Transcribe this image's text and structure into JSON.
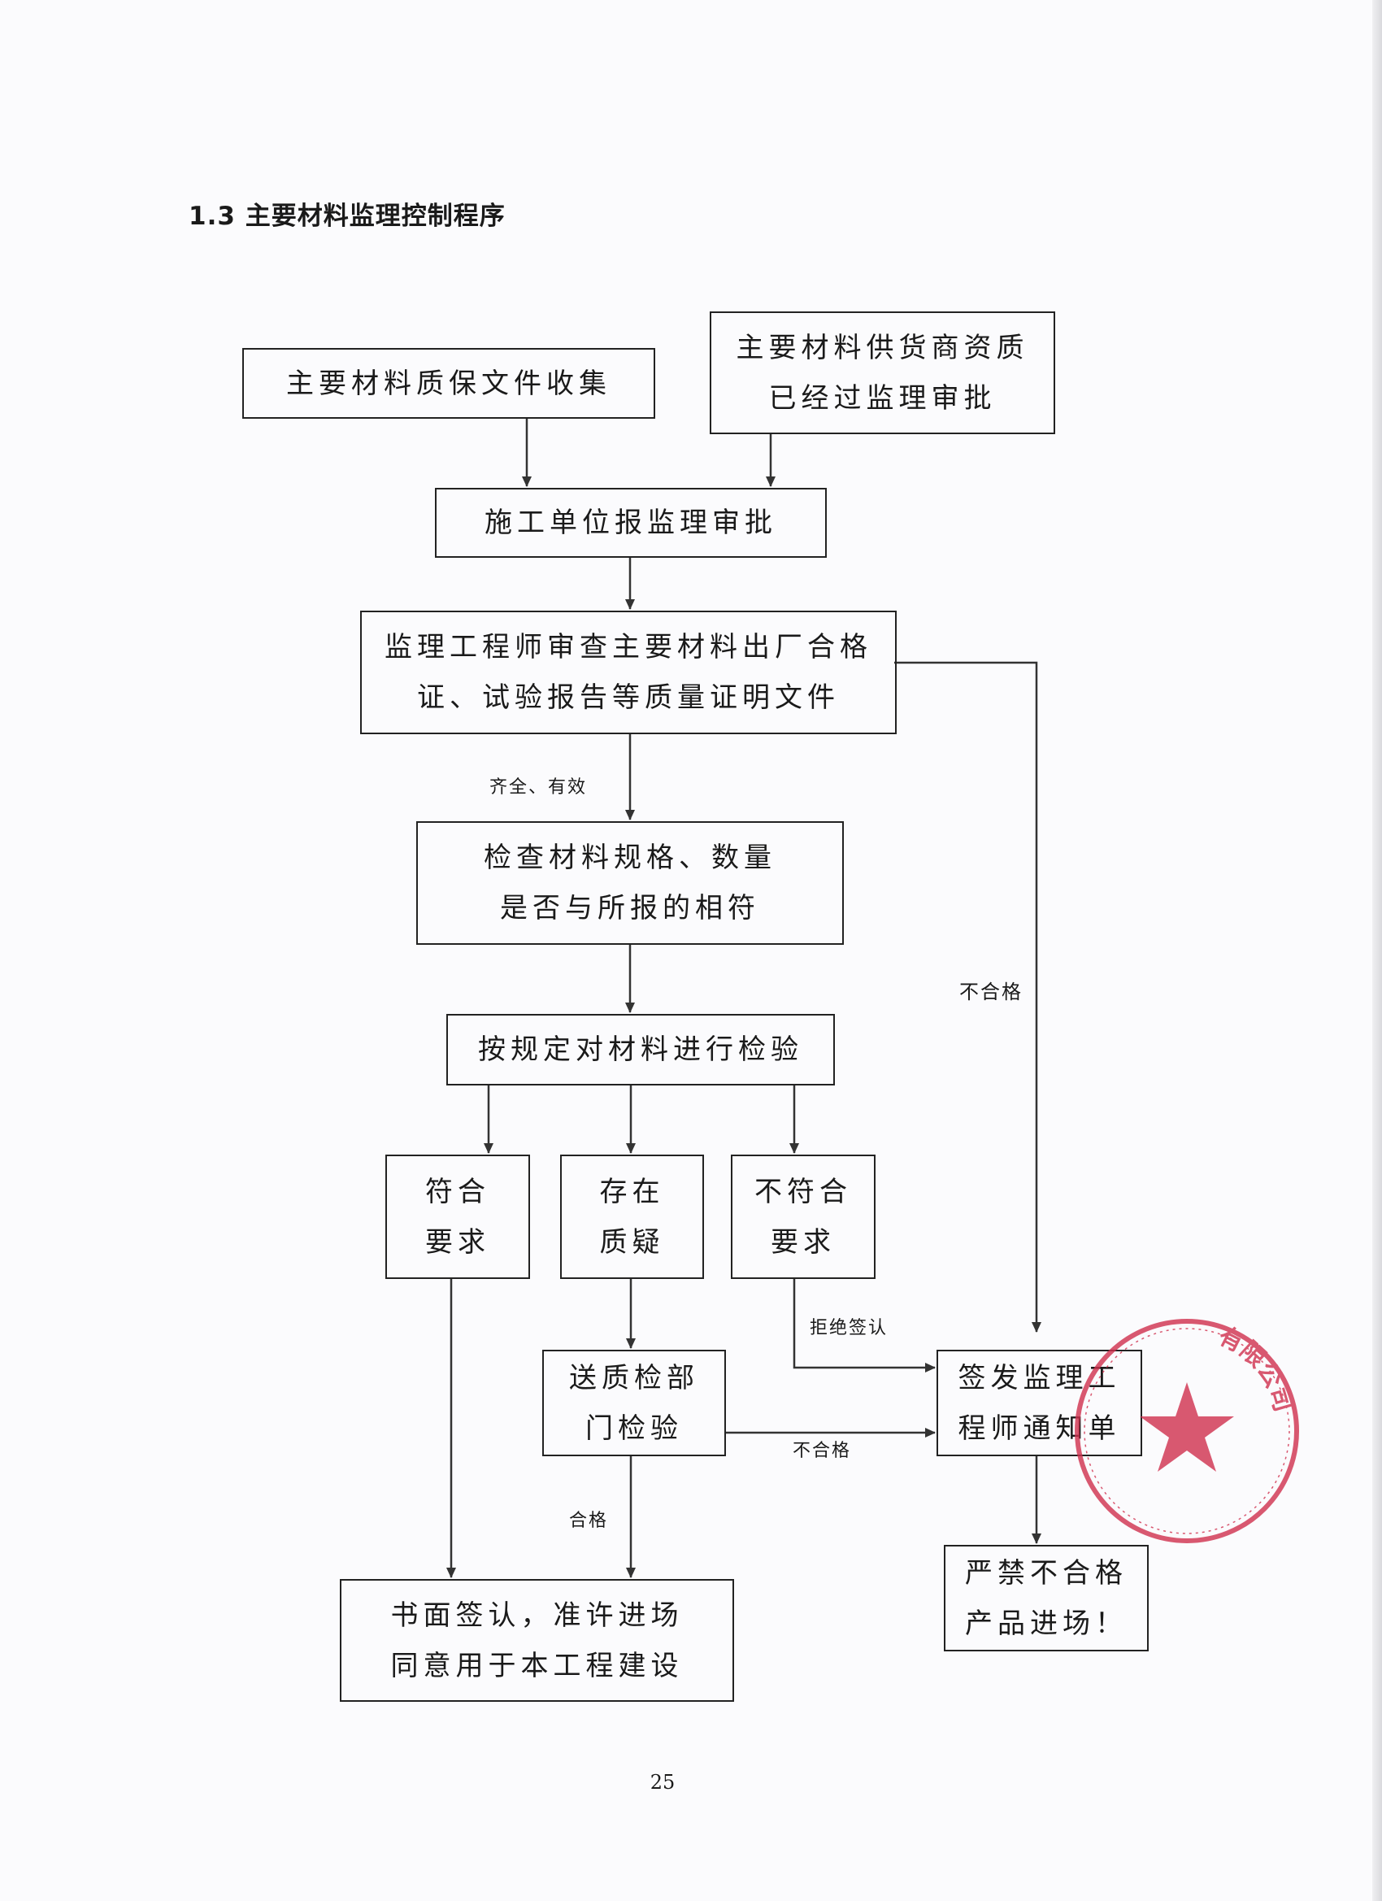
{
  "heading": "1.3 主要材料监理控制程序",
  "nodes": {
    "collect": [
      "主要材料质保文件收集"
    ],
    "supplier": [
      "主要材料供货商资质",
      "已经过监理审批"
    ],
    "submit": [
      "施工单位报监理审批"
    ],
    "review": [
      "监理工程师审查主要材料出厂合格",
      "证、试验报告等质量证明文件"
    ],
    "check": [
      "检查材料规格、数量",
      "是否与所报的相符"
    ],
    "inspect": [
      "按规定对材料进行检验"
    ],
    "conform": [
      "符合",
      "要求"
    ],
    "doubt": [
      "存在",
      "质疑"
    ],
    "nonconform": [
      "不符合",
      "要求"
    ],
    "sendlab": [
      "送质检部",
      "门检验"
    ],
    "notice": [
      "签发监理工",
      "程师通知单"
    ],
    "ban": [
      "严禁不合格",
      "产品进场！"
    ],
    "approve": [
      "书面签认，准许进场",
      "同意用于本工程建设"
    ]
  },
  "edge_labels": {
    "complete_valid": "齐全、有效",
    "unqualified_right": "不合格",
    "refuse_sign": "拒绝签认",
    "unqualified_lab": "不合格",
    "qualified": "合格"
  },
  "page_number": "25",
  "seal": {
    "color": "#d0304e",
    "text": "有限公司",
    "icon": "star-icon"
  }
}
